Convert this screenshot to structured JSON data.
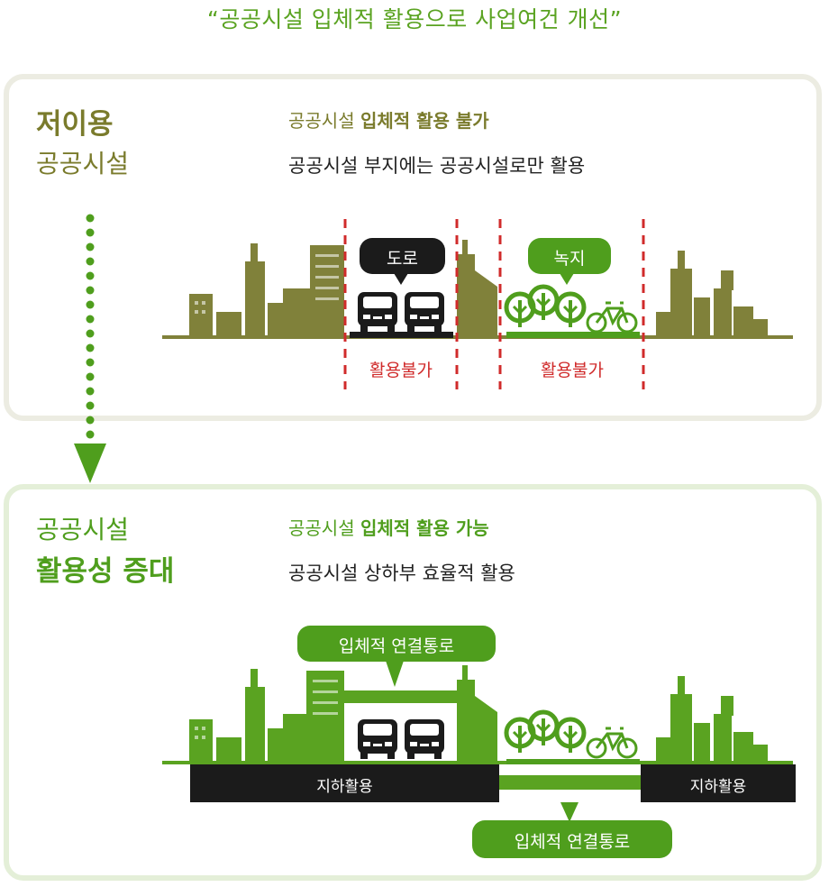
{
  "page_title": "“공공시설 입체적 활용으로 사업여건 개선”",
  "before": {
    "label_line1": "저이용",
    "label_line2": "공공시설",
    "subtitle_plain": "공공시설 ",
    "subtitle_bold": "입체적 활용 불가",
    "description": "공공시설 부지에는 공공시설로만 활용",
    "road_bubble": "도로",
    "green_bubble": "녹지",
    "road_zone_label": "활용불가",
    "green_zone_label": "활용불가"
  },
  "after": {
    "label_line1": "공공시설",
    "label_line2": "활용성 증대",
    "subtitle_plain": "공공시설 ",
    "subtitle_bold": "입체적 활용 가능",
    "description": "공공시설 상하부 효율적 활용",
    "top_bubble": "입체적 연결통로",
    "bottom_bubble": "입체적 연결통로",
    "underground_left": "지하활용",
    "underground_right": "지하활용"
  },
  "colors": {
    "olive": "#7a7b2c",
    "building_olive": "#80813a",
    "green": "#4f9e1d",
    "building_green": "#5aa321",
    "dashed_red": "#d02b2b",
    "dark": "#1b1b1b"
  }
}
